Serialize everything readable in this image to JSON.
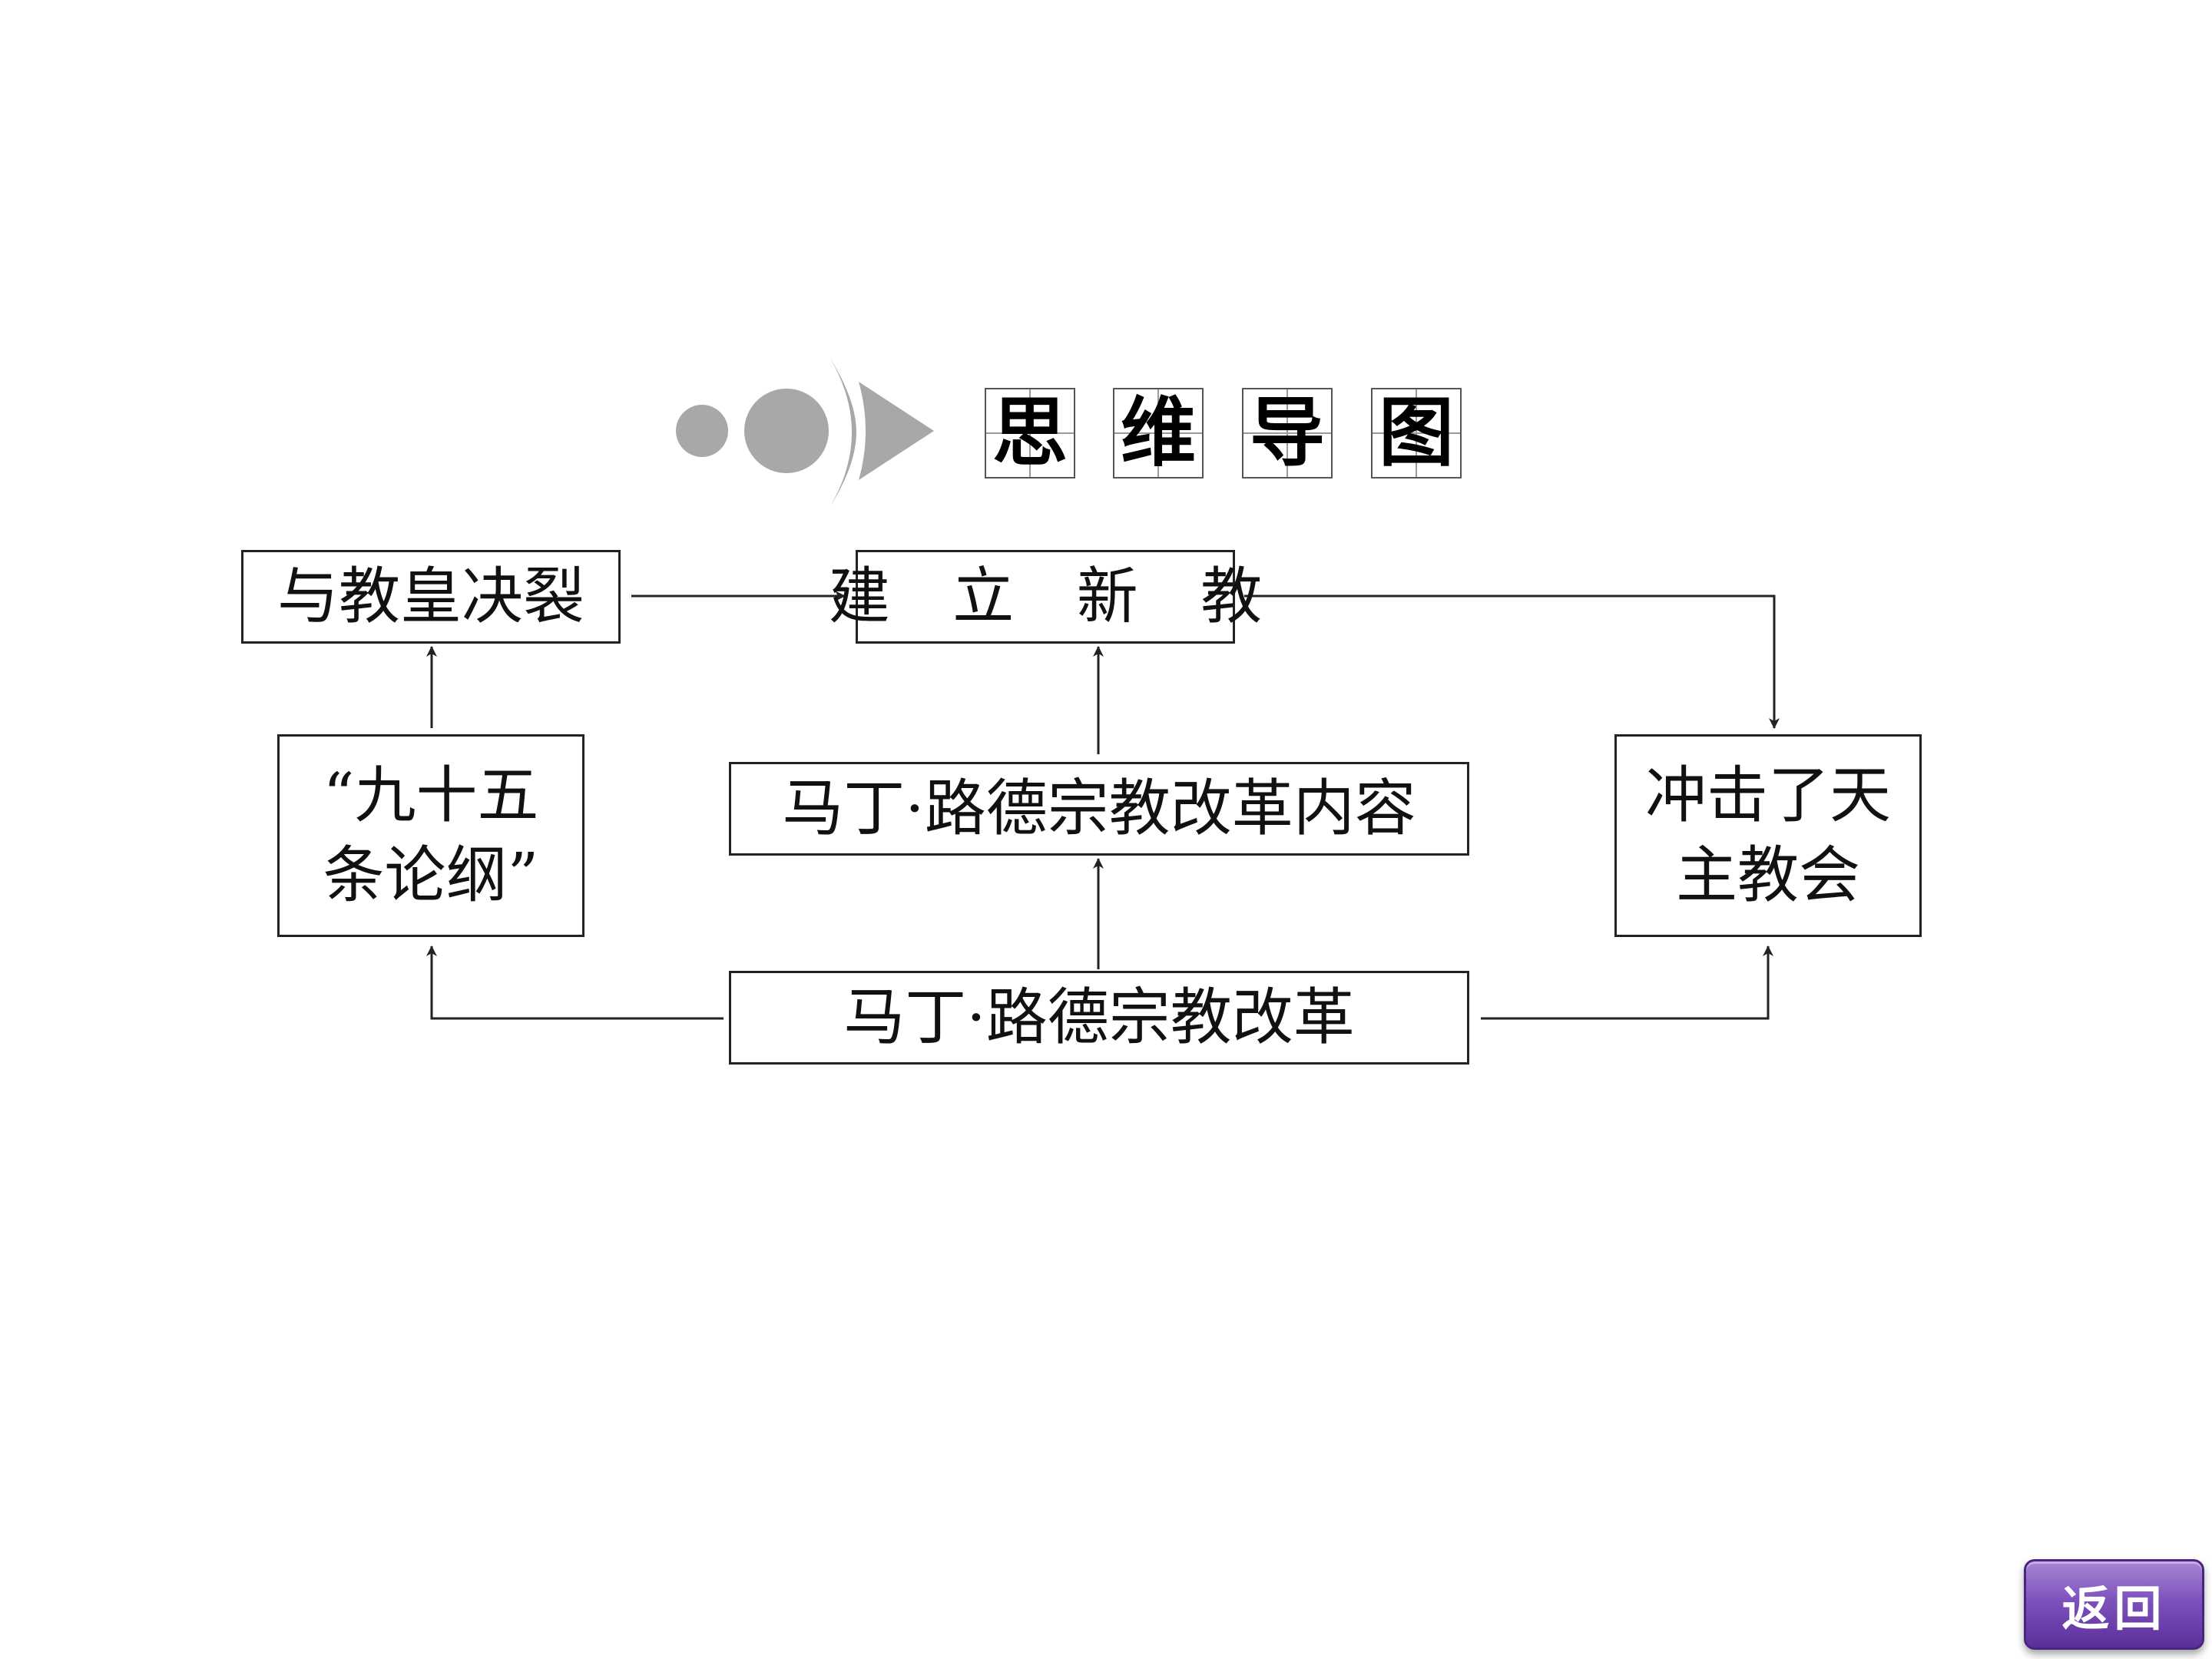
{
  "header": {
    "title_chars": [
      "思",
      "维",
      "导",
      "图"
    ]
  },
  "diagram": {
    "nodes": {
      "break_with_pope": "与教皇决裂",
      "new_church": "建 立 新 教",
      "impact": {
        "line1": "冲击了天",
        "line2": "主教会"
      },
      "ninety_five_theses": {
        "line1": "“九十五",
        "line2": "条论纲”"
      },
      "reform_content": "马丁·路德宗教改革内容",
      "reform": "马丁·路德宗教改革"
    }
  },
  "nav": {
    "back_label": "返回"
  },
  "colors": {
    "circle_gray": "#a8a8a8",
    "arrow_gray": "#a8a8a8",
    "button_purple": "#7d52bd",
    "line": "#222222"
  }
}
